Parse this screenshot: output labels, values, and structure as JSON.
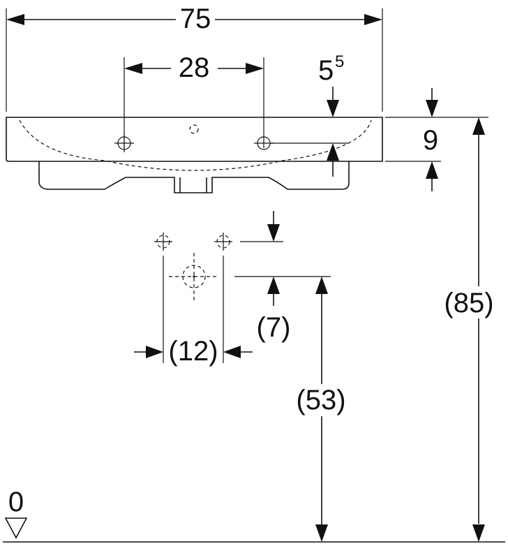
{
  "dimensions": {
    "overall_width": "75",
    "tap_hole_spacing": "28",
    "rim_offset_main": "5",
    "rim_offset_sup": "5",
    "rim_height": "9",
    "waste_vertical_offset": "(7)",
    "waste_horizontal_spacing": "(12)",
    "waste_height": "(53)",
    "total_height": "(85)",
    "floor_level": "0"
  }
}
